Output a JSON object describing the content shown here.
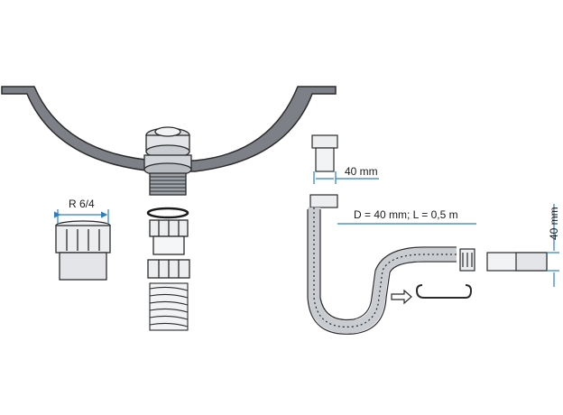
{
  "labels": {
    "thread": "R 6/4",
    "width_40": "40 mm",
    "hose_spec": "D = 40 mm; L = 0,5 m",
    "height_40": "40 mm"
  },
  "colors": {
    "stroke": "#2b2b2b",
    "sink_fill": "#7d8187",
    "part_light": "#eceef0",
    "part_mid": "#c9ccd0",
    "dimension": "#2a7fc0"
  }
}
